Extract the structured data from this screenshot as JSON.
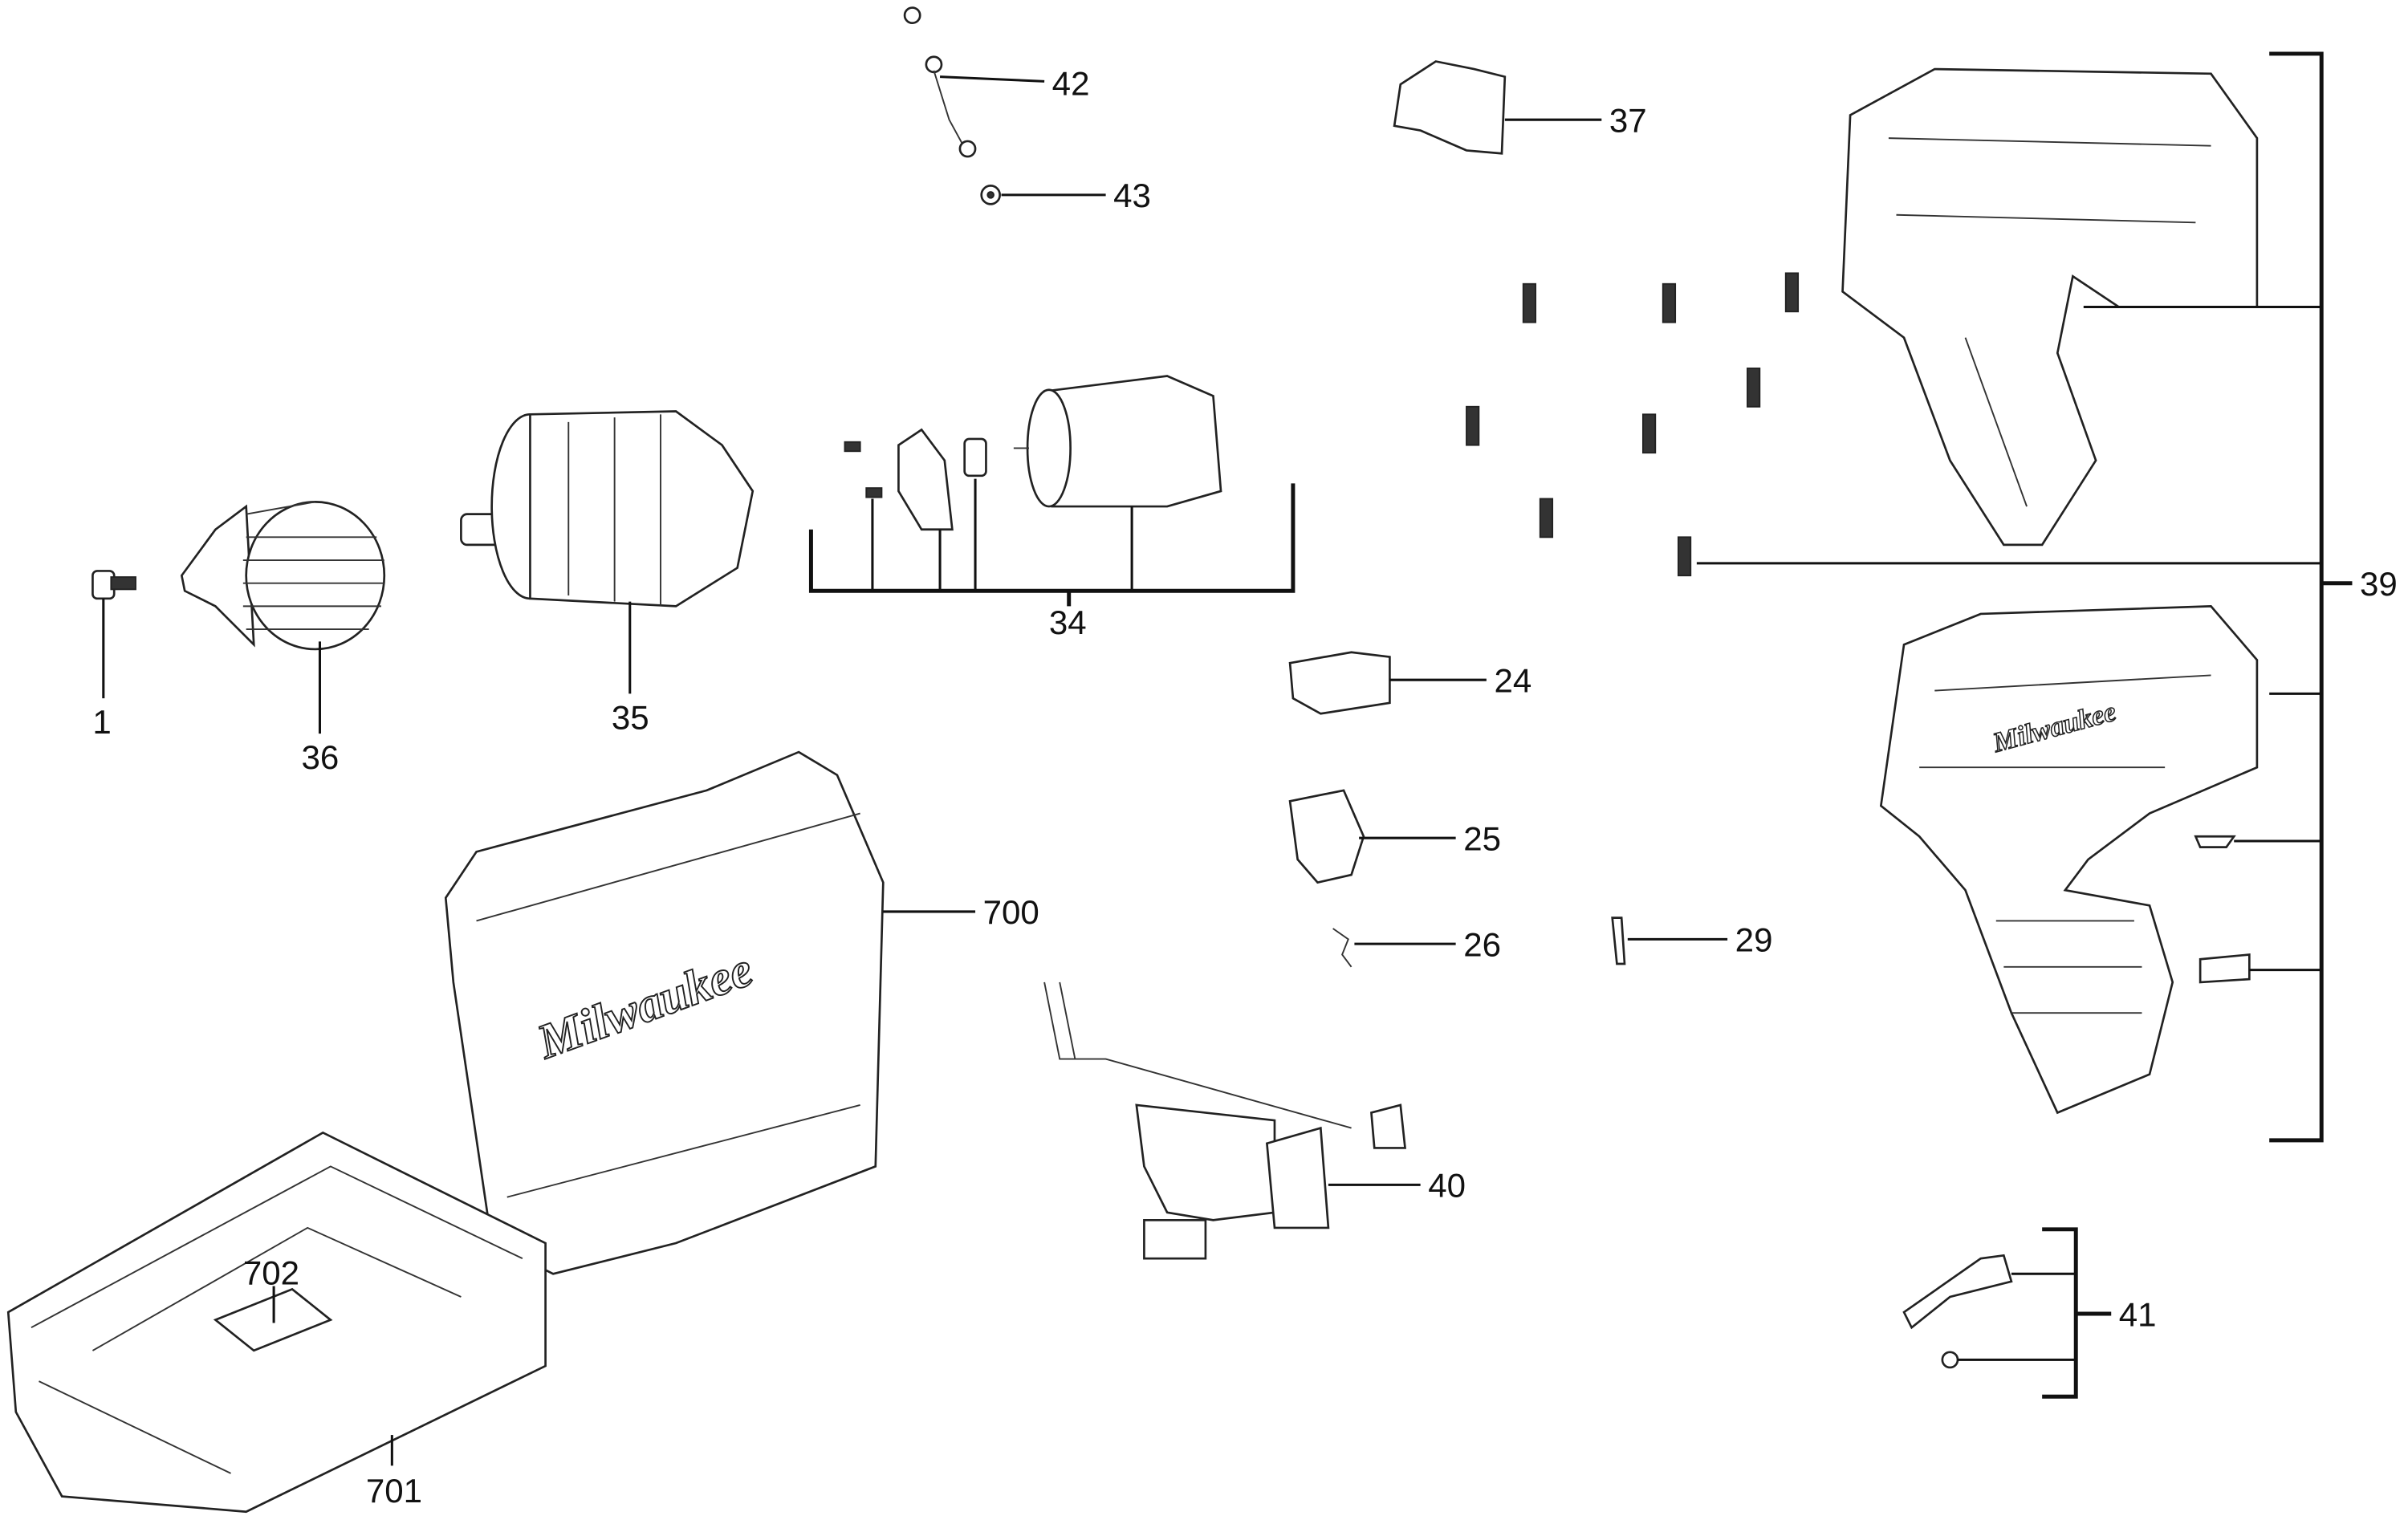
{
  "diagram": {
    "labels": {
      "p1": "1",
      "p24": "24",
      "p25": "25",
      "p26": "26",
      "p29": "29",
      "p34": "34",
      "p35": "35",
      "p36": "36",
      "p37": "37",
      "p39": "39",
      "p40": "40",
      "p41": "41",
      "p42": "42",
      "p43": "43",
      "p700": "700",
      "p701": "701",
      "p702": "702"
    },
    "logo_text": "Milwaukee"
  }
}
